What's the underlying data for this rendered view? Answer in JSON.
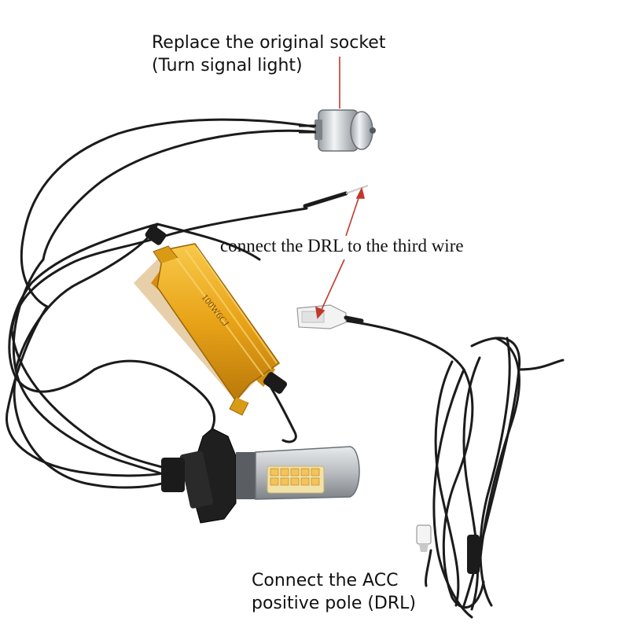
{
  "labels": {
    "socket_line1": "Replace the original socket",
    "socket_line2": "(Turn signal light)",
    "drl": "connect the DRL to the third wire",
    "acc_line1": "Connect the ACC",
    "acc_line2": "positive pole (DRL)"
  },
  "resistor_marking": "100W6CJ",
  "colors": {
    "arrow": "#c0392b",
    "wire": "#1b1b1b",
    "resistor": "#e8a317",
    "bulb_body": "#c9ccd0",
    "led": "#f2e2a8"
  }
}
